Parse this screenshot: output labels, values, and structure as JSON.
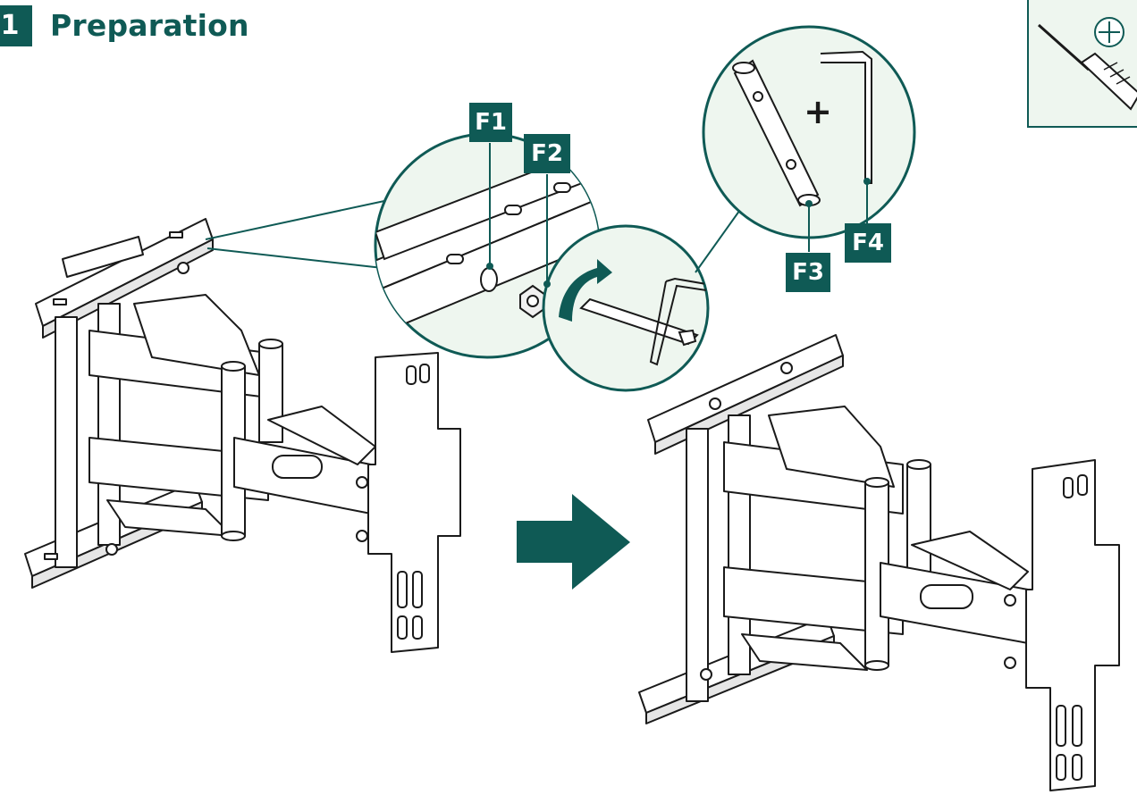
{
  "step": {
    "number": "1",
    "title": "Preparation"
  },
  "callouts": [
    {
      "label": "F1"
    },
    {
      "label": "F2"
    },
    {
      "label": "F3"
    },
    {
      "label": "F4"
    }
  ],
  "tool_panel": {
    "icon": "phillips-screwdriver-icon"
  },
  "plus_sign": "+",
  "colors": {
    "accent": "#0f5a55",
    "zoom_fill": "#eef6ef",
    "line": "#1a1a1a"
  }
}
